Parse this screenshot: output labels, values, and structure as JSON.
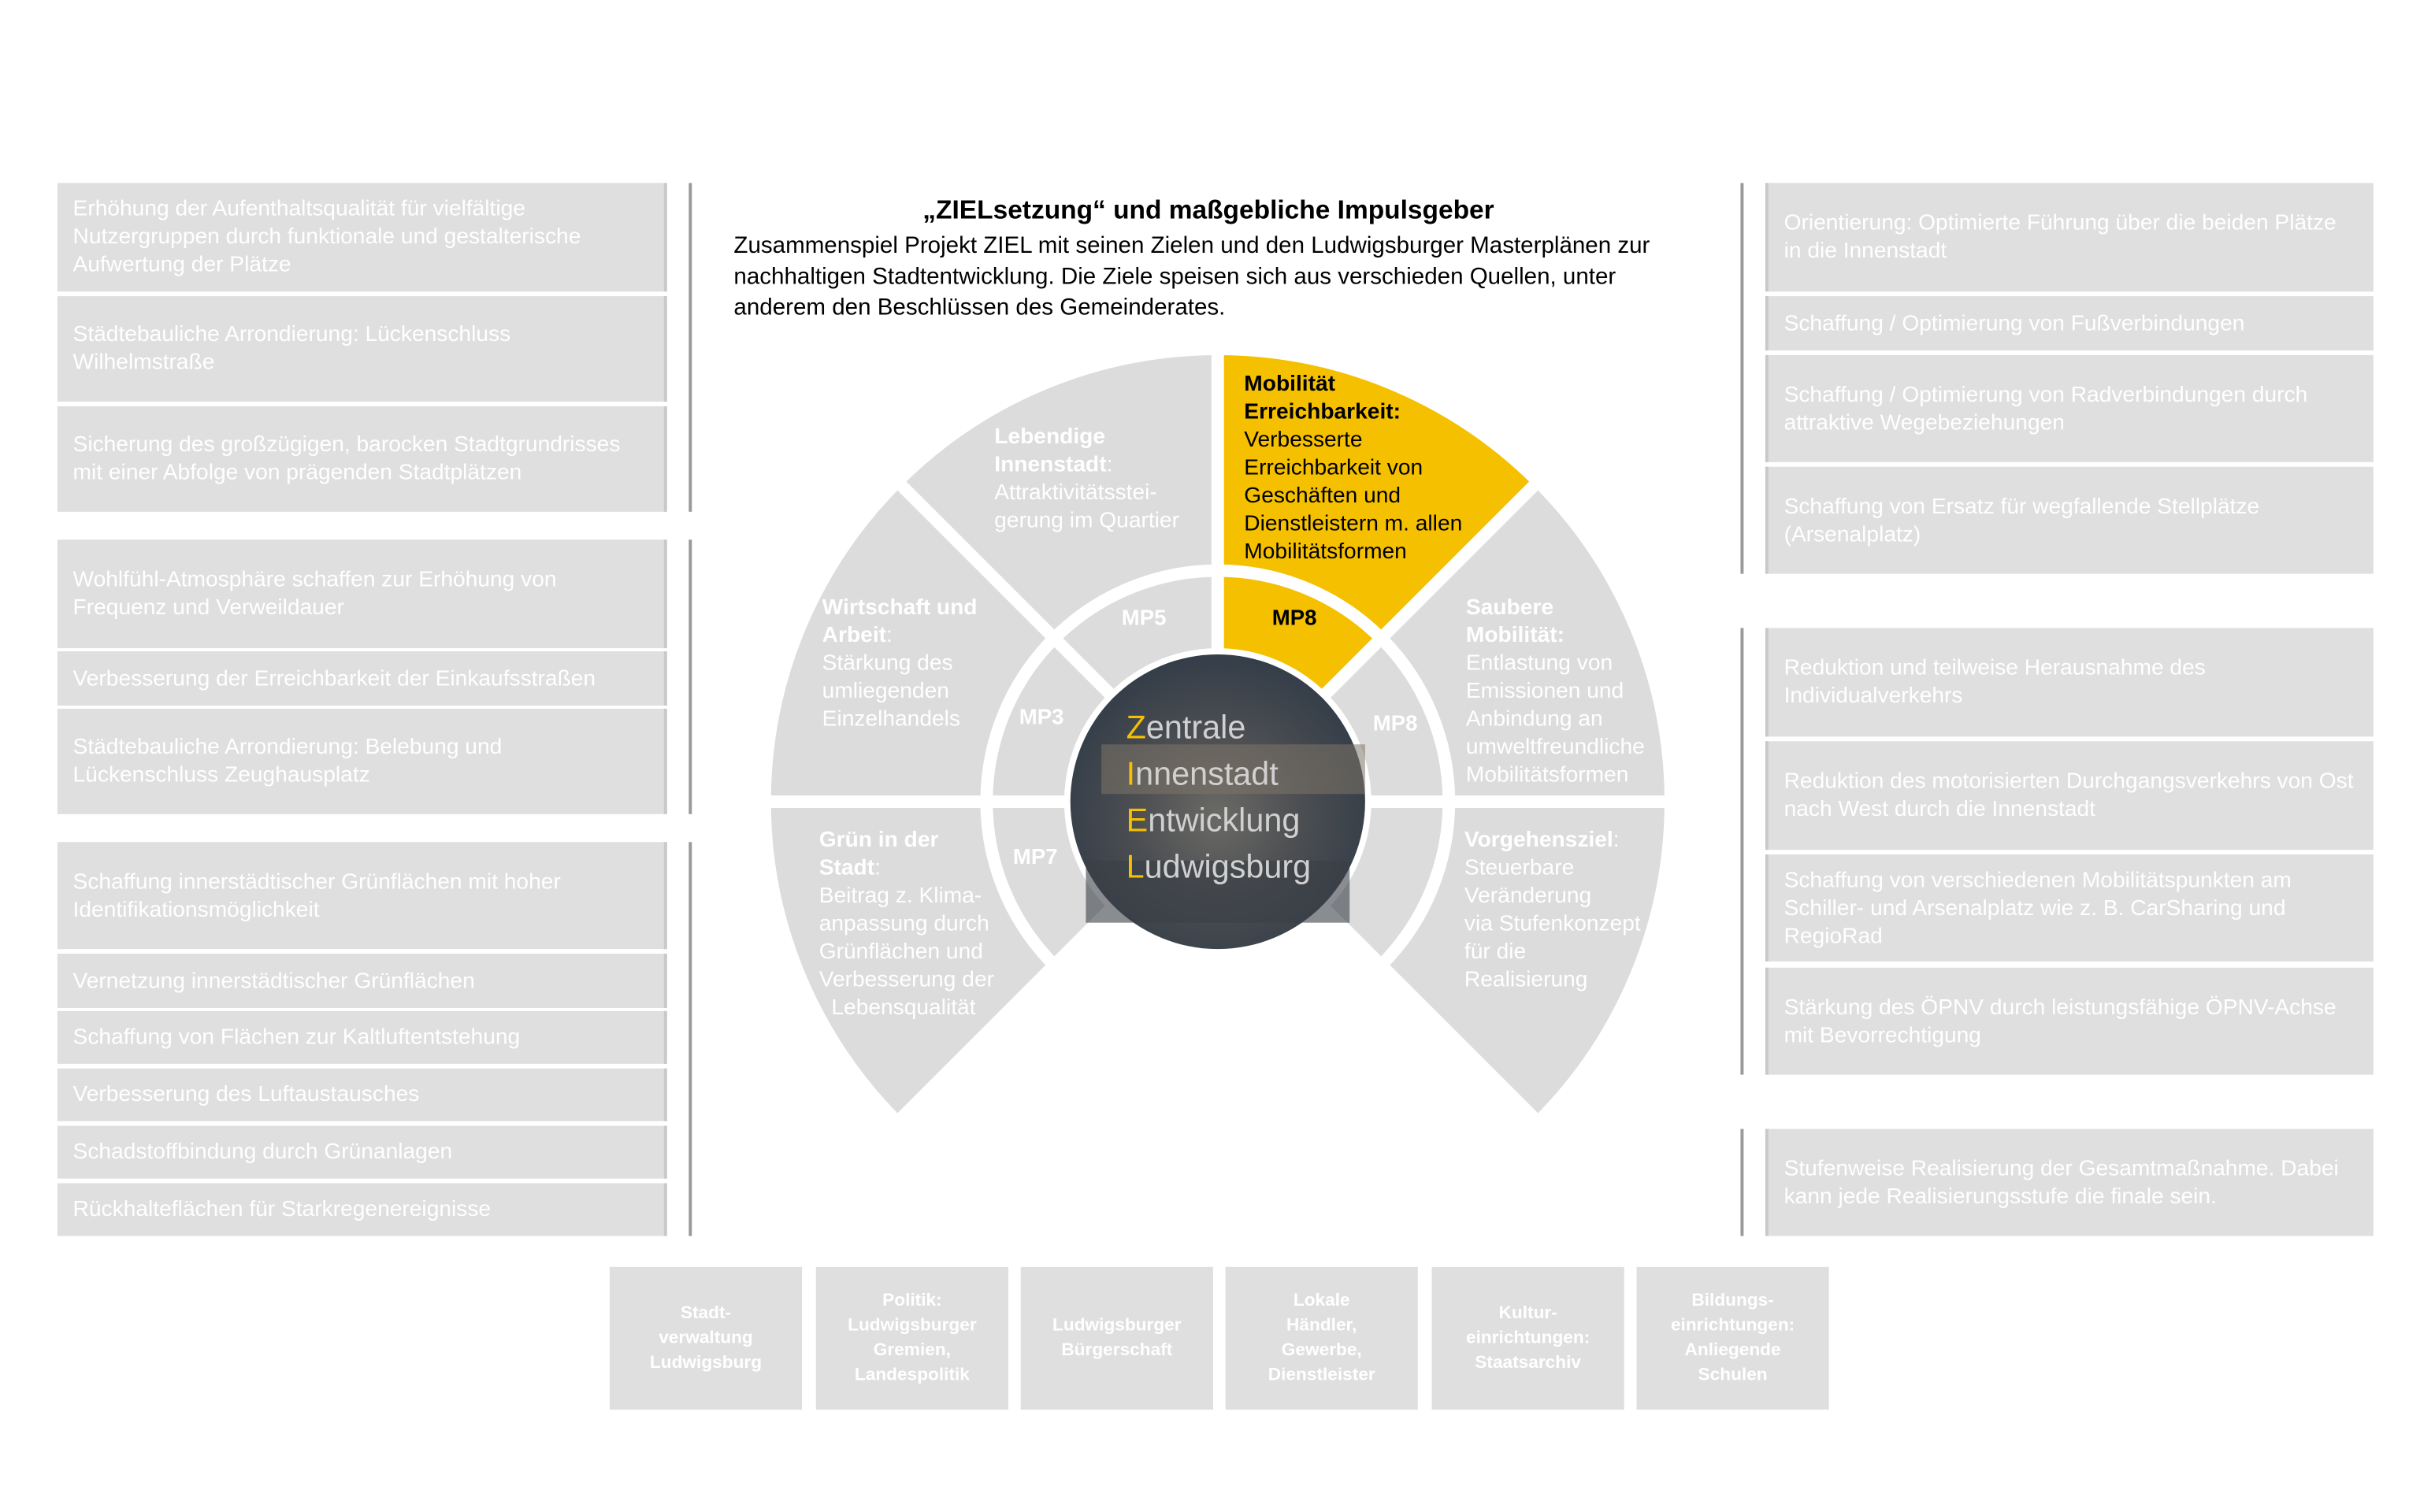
{
  "left_groups": [
    [
      "Erhöhung der Aufenthaltsqualität für vielfältige Nutzergruppen durch funktionale und gestalterische Aufwertung der Plätze",
      "Städtebauliche Arrondierung: Lückenschluss Wilhelmstraße",
      "Sicherung des großzügigen, barocken Stadtgrundrisses mit einer Abfolge von prägenden Stadtplätzen"
    ],
    [
      "Wohlfühl-Atmosphäre schaffen zur Erhöhung von Frequenz und Verweildauer",
      "Verbesserung der Erreichbarkeit der Einkaufsstraßen",
      "Städtebauliche Arrondierung: Belebung und Lückenschluss Zeughausplatz"
    ],
    [
      "Schaffung innerstädtischer Grünflächen mit hoher Identifikationsmöglichkeit",
      "Vernetzung innerstädtischer Grünflächen",
      "Schaffung von Flächen zur Kaltluftentstehung",
      "Verbesserung des Luftaustausches",
      "Schadstoffbindung durch Grünanlagen",
      "Rückhalteflächen für Starkregenereignisse"
    ]
  ],
  "right_groups": [
    [
      "Orientierung: Optimierte Führung über die beiden Plätze in die Innenstadt",
      "Schaffung / Optimierung von Fußverbindungen",
      "Schaffung / Optimierung von Radverbindungen durch attraktive Wegebeziehungen",
      "Schaffung von Ersatz für wegfallende Stellplätze (Arsenalplatz)"
    ],
    [
      "Reduktion und teilweise Herausnahme des Individualverkehrs",
      "Reduktion des motorisierten Durchgangsverkehrs von Ost nach West durch die Innenstadt",
      "Schaffung von verschiedenen  Mobilitätspunkten am Schiller- und Arsenalplatz wie z. B. CarSharing und RegioRad",
      "Stärkung des ÖPNV durch leistungsfähige ÖPNV-Achse mit Bevorrechtigung"
    ],
    [
      "Stufenweise Realisierung der Gesamtmaßnahme. Dabei kann jede Realisierungsstufe die finale sein."
    ]
  ],
  "header": {
    "title": "„ZIELsetzung“ und maßgebliche Impulsgeber",
    "intro": "Zusammenspiel Projekt ZIEL mit seinen Zielen und den Ludwigsburger Masterplänen zur nachhaltigen Stadtentwicklung. Die Ziele speisen sich aus verschieden Quellen, unter anderem den Beschlüssen des Gemeinderates."
  },
  "sectors": [
    {
      "title": "Lebendige Innenstadt",
      "colon": ":",
      "text": "Attraktivitätsstei-\ngerung im Quartier",
      "mp": "MP5",
      "highlight": false
    },
    {
      "title": "Mobilität Erreichbarkeit:",
      "colon": "",
      "text": "Verbesserte\nErreichbarkeit von\nGeschäften und\nDienstleistern m. allen\nMobilitätsformen",
      "mp": "MP8",
      "highlight": true
    },
    {
      "title": "Wirtschaft und Arbeit",
      "colon": ":",
      "text": "Stärkung des\numliegenden\nEinzelhandels",
      "mp": "MP3",
      "highlight": false
    },
    {
      "title": "Saubere Mobilität:",
      "colon": "",
      "text": "Entlastung von\nEmissionen und\nAnbindung an\numweltfreundliche\nMobilitätsformen",
      "mp": "MP8",
      "highlight": false
    },
    {
      "title": "Grün in der Stadt",
      "colon": ":",
      "text": "Beitrag z. Klima-\nanpassung durch\nGrünflächen und\nVerbesserung der\n  Lebensqualität",
      "mp": "MP7",
      "highlight": false
    },
    {
      "title": "Vorgehensziel",
      "colon": ":",
      "text": "Steuerbare\nVeränderung\nvia Stufenkonzept\nfür die\nRealisierung",
      "mp": "",
      "highlight": false
    }
  ],
  "center": {
    "words": [
      [
        "Z",
        "entrale"
      ],
      [
        "I",
        "nnenstadt"
      ],
      [
        "E",
        "ntwicklung"
      ],
      [
        "L",
        "udwigsburg"
      ]
    ]
  },
  "stakeholders": [
    "Stadt-\nverwaltung\nLudwigsburg",
    "Politik:\nLudwigsburger\nGremien,\nLandespolitik",
    "Ludwigsburger\nBürgerschaft",
    "Lokale\nHändler,\nGewerbe,\nDienstleister",
    "Kultur-\neinrichtungen:\nStaatsarchiv",
    "Bildungs-\neinrichtungen:\nAnliegende\nSchulen"
  ],
  "colors": {
    "accent": "#f5c000",
    "box": "#dfdfdf",
    "sector": "#dcdcdc"
  }
}
